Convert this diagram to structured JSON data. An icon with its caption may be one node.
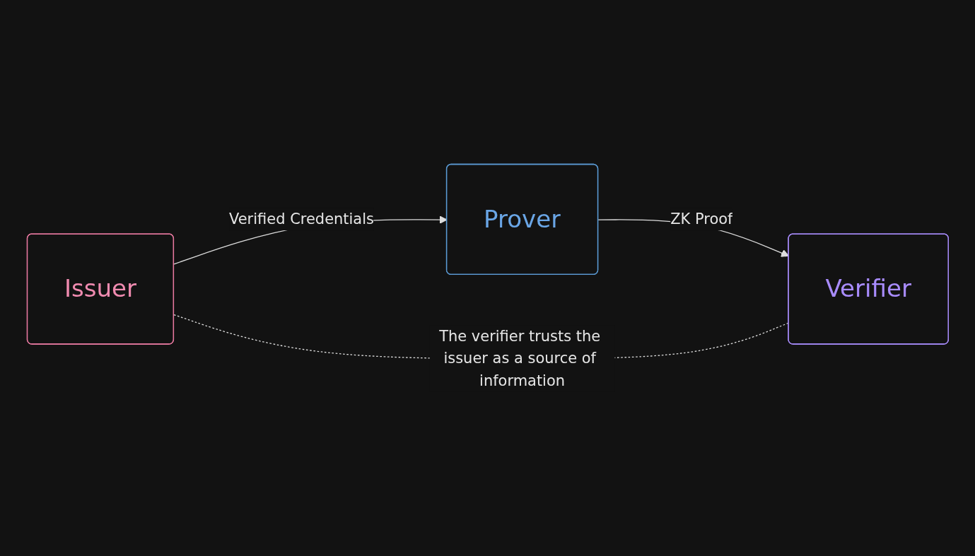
{
  "diagram": {
    "nodes": [
      {
        "text": [
          "Prover"
        ]
      },
      {
        "text": [
          "Verifier"
        ]
      },
      {
        "text": [
          "Issuer"
        ]
      }
    ],
    "edges": [
      {
        "from": 0,
        "to": 1,
        "arrow": "to",
        "label": "ZK Proof"
      },
      {
        "from": 2,
        "to": 0,
        "arrow": "to",
        "label": "Verified Credentials"
      },
      {
        "from": 2,
        "to": 1,
        "arrow": "none",
        "style": "dashed",
        "label": "The verifier trusts the issuer as a source of information"
      }
    ]
  }
}
